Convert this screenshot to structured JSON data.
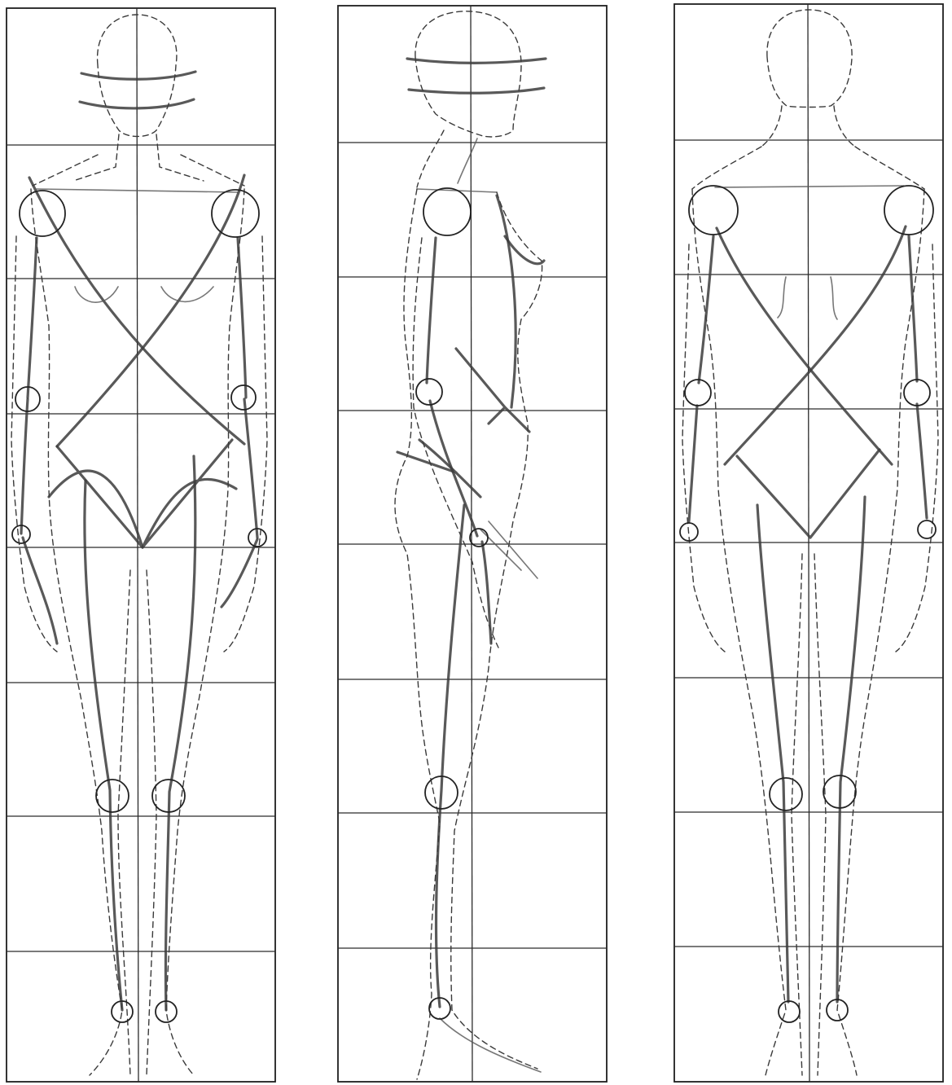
{
  "figure": {
    "panels": [
      {
        "view": "front",
        "grid_rows": 8,
        "grid_cols": 2
      },
      {
        "view": "side",
        "grid_rows": 8,
        "grid_cols": 2
      },
      {
        "view": "back",
        "grid_rows": 8,
        "grid_cols": 2
      }
    ],
    "joint_markers": [
      "shoulder",
      "elbow",
      "wrist",
      "knee",
      "ankle"
    ],
    "colors": {
      "line": "#1e1e1e",
      "pencil": "#3c3c3c",
      "paper": "#ffffff"
    }
  }
}
